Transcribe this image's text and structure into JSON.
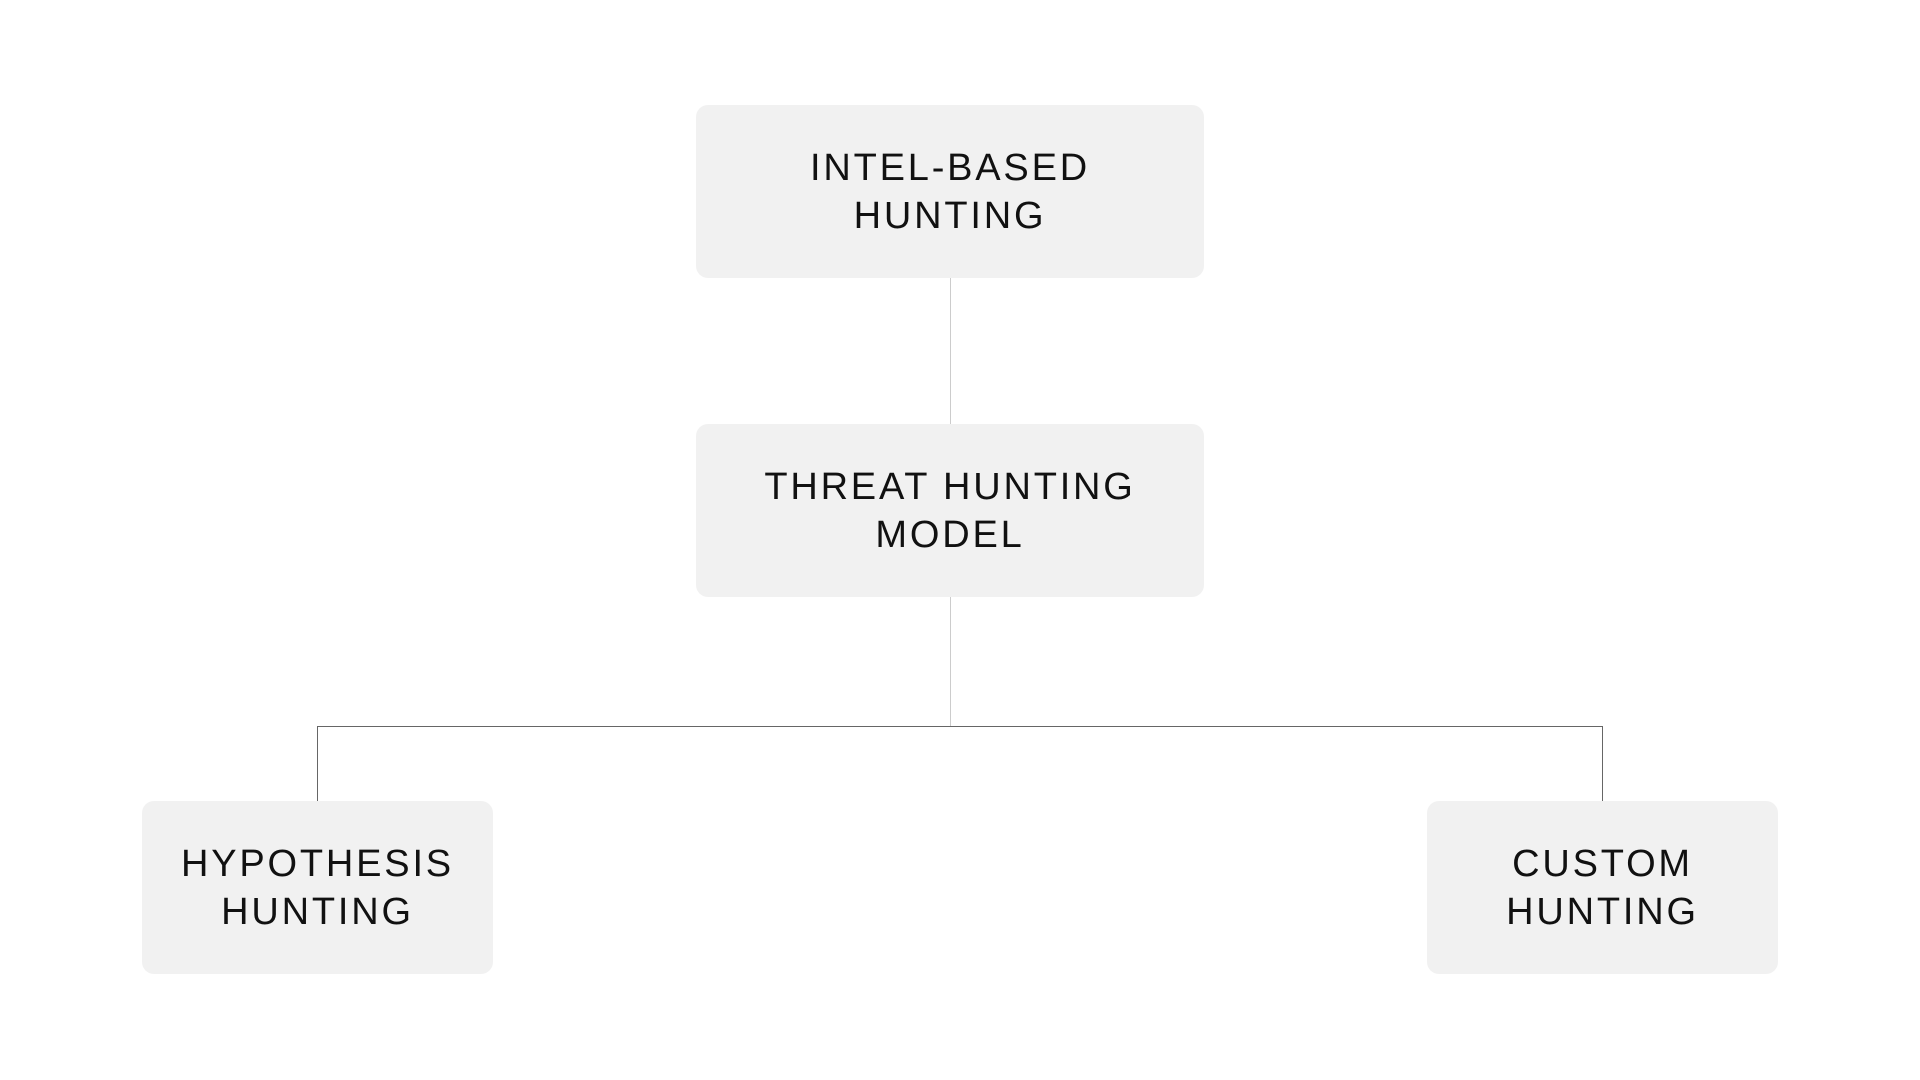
{
  "diagram": {
    "type": "hierarchy",
    "colors": {
      "background": "#ffffff",
      "node_fill": "#f1f1f1",
      "node_text": "#111111",
      "connector_light": "#cccccc",
      "connector_dark": "#666666"
    },
    "nodes": {
      "intel": {
        "line1": "INTEL-BASED",
        "line2": "HUNTING"
      },
      "model": {
        "line1": "THREAT HUNTING",
        "line2": "MODEL"
      },
      "hypothesis": {
        "line1": "HYPOTHESIS",
        "line2": "HUNTING"
      },
      "custom": {
        "line1": "CUSTOM",
        "line2": "HUNTING"
      }
    },
    "edges": [
      {
        "from": "intel",
        "to": "model"
      },
      {
        "from": "model",
        "to": "hypothesis"
      },
      {
        "from": "model",
        "to": "custom"
      }
    ]
  }
}
